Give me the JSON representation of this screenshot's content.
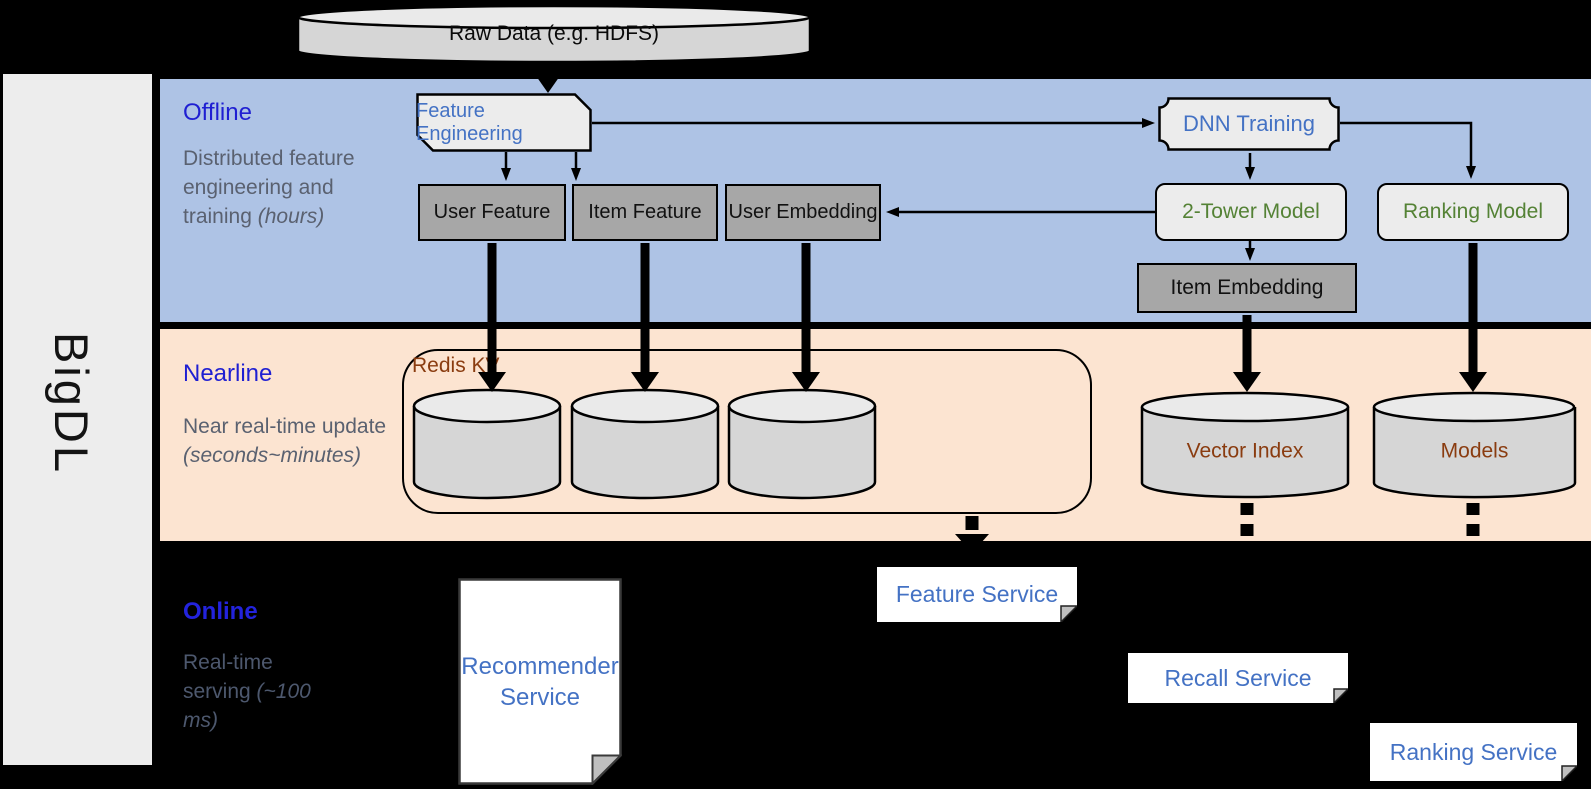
{
  "brand": {
    "label": "BigDL"
  },
  "raw_data": {
    "label": "Raw Data (e.g. HDFS)"
  },
  "sections": {
    "offline": {
      "title": "Offline",
      "description": "Distributed feature engineering and training",
      "duration": "(hours)"
    },
    "nearline": {
      "title": "Nearline",
      "description": "Near real-time update",
      "duration": "(seconds~minutes)"
    },
    "online": {
      "title": "Online",
      "description": "Real-time serving",
      "duration": "(~100 ms)"
    }
  },
  "nodes": {
    "feature_engineering": {
      "label": "Feature Engineering"
    },
    "dnn_training": {
      "label": "DNN Training"
    },
    "user_feature": {
      "label": "User Feature"
    },
    "item_feature": {
      "label": "Item Feature"
    },
    "user_embedding": {
      "label": "User Embedding"
    },
    "two_tower_model": {
      "label": "2-Tower Model"
    },
    "ranking_model": {
      "label": "Ranking Model"
    },
    "item_embedding": {
      "label": "Item Embedding"
    },
    "redis_kv": {
      "label": "Redis KV"
    },
    "vector_index": {
      "label": "Vector Index"
    },
    "models": {
      "label": "Models"
    }
  },
  "services": {
    "recommender": {
      "label": "Recommender Service"
    },
    "feature": {
      "label": "Feature Service"
    },
    "recall": {
      "label": "Recall Service"
    },
    "ranking": {
      "label": "Ranking Service"
    }
  },
  "colors": {
    "band_offline": "#aec3e5",
    "band_nearline": "#fce4d1",
    "sidebar": "#ededed",
    "background": "#000000",
    "box_gray": "#a7a7a7",
    "box_light": "#ececec",
    "cylinder_body": "#d6d6d6",
    "cylinder_top": "#eaeaea",
    "text_blue": "#4472c4",
    "text_green": "#548235",
    "text_brown": "#8a3c10",
    "section_header_blue": "#1f1fd2",
    "desc_gray": "#5a6170"
  }
}
